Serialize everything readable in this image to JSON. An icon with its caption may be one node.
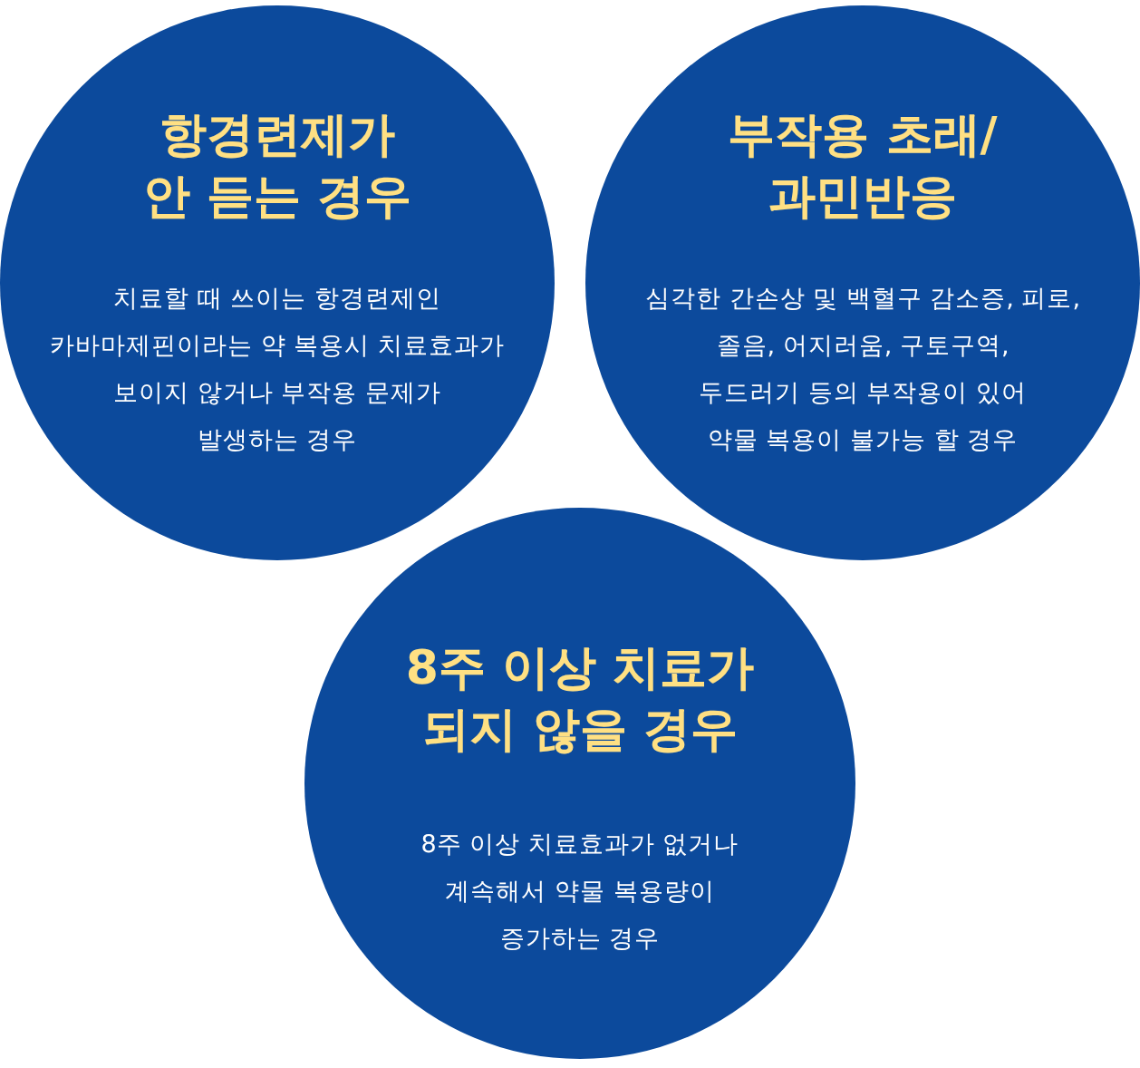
{
  "diagram": {
    "nodes": [
      {
        "text": [
          "항경련제가 안 듣는 경우",
          "치료할 때 쓰이는 항경련제인 카바마제핀이라는 약 복용시 치료효과가 보이지 않거나 부작용 문제가 발생하는 경우"
        ]
      },
      {
        "text": [
          "부작용 초래/ 과민반응",
          "심각한 간손상 및 백혈구 감소증, 피로, 졸음, 어지러움, 구토구역, 두드러기 등의 부작용이 있어 약물 복용이 불가능 할 경우"
        ]
      },
      {
        "text": [
          "8주 이상 치료가 되지 않을 경우",
          "8주 이상 치료효과가 없거나 계속해서 약물 복용량이 증가하는 경우"
        ]
      }
    ]
  }
}
